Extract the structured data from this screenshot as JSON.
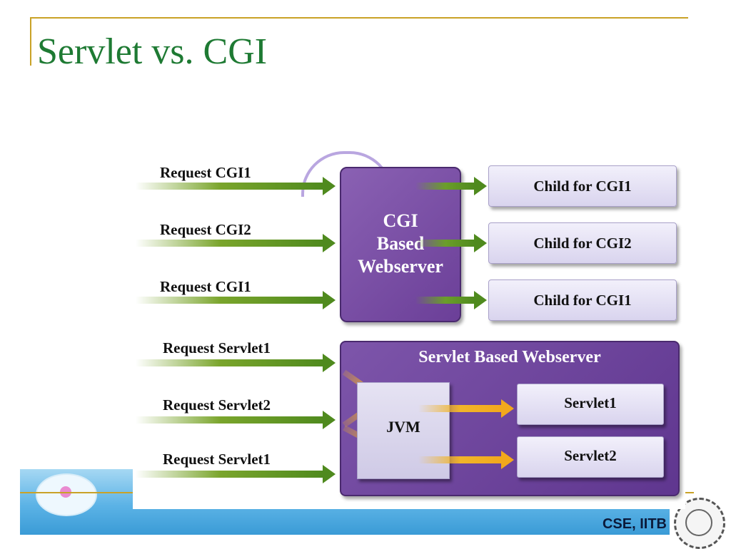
{
  "slide": {
    "title": "Servlet vs. CGI"
  },
  "footer": {
    "text": "CSE, IITB",
    "logo_icon": "institute-logo-icon",
    "seal_icon": "iitb-seal-icon"
  },
  "diagram": {
    "cgi_requests": [
      "Request CGI1",
      "Request CGI2",
      "Request CGI1"
    ],
    "cgi_server": "CGI\nBased\nWebserver",
    "cgi_children": [
      "Child for CGI1",
      "Child for CGI2",
      "Child for CGI1"
    ],
    "servlet_requests": [
      "Request Servlet1",
      "Request Servlet2",
      "Request Servlet1"
    ],
    "servlet_server": "Servlet Based Webserver",
    "jvm": "JVM",
    "servlets": [
      "Servlet1",
      "Servlet2"
    ],
    "colors": {
      "title": "#1e7a33",
      "cgi_arrows": "#4f8a1e",
      "servlet_arrows": "#f2a81c",
      "server_fill": "#6b3f98"
    }
  }
}
